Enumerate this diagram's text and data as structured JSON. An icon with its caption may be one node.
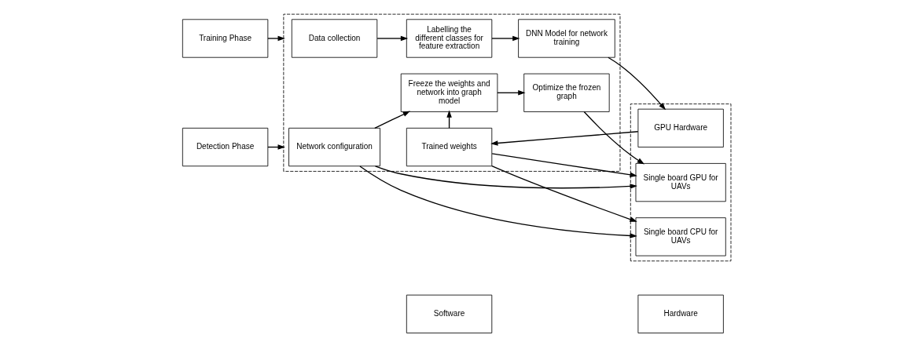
{
  "diagram": {
    "nodes": [
      {
        "text": [
          "Software"
        ]
      },
      {
        "text": [
          "Hardware"
        ]
      },
      {
        "text": [
          "Training Phase"
        ]
      },
      {
        "text": [],
        "shape": "box"
      },
      {
        "text": [
          "Data collection"
        ],
        "in": 3
      },
      {
        "text": [
          "Labelling the different classes for feature extraction"
        ],
        "in": 3
      },
      {
        "text": [
          "DNN Model for network training"
        ],
        "in": 3
      },
      {
        "text": [],
        "shape": "box"
      },
      {
        "text": [
          "GPU Hardware"
        ],
        "in": 7
      },
      {
        "text": [
          "Trained weights"
        ],
        "in": 3
      },
      {
        "text": [
          "Single board CPU for UAVs"
        ],
        "in": 7
      },
      {
        "text": [
          "Detection Phase"
        ]
      },
      {
        "text": [
          "Network configuration"
        ],
        "in": 3
      },
      {
        "text": [
          "Freeze the weights and network into graph model"
        ],
        "in": 3
      },
      {
        "text": [
          "Optimize the frozen graph"
        ],
        "in": 3
      },
      {
        "text": [
          "Single board GPU for UAVs"
        ],
        "in": 7
      }
    ],
    "edges": [
      {
        "from": 2,
        "to": 3,
        "arrow": "to"
      },
      {
        "from": 4,
        "to": 5,
        "arrow": "to"
      },
      {
        "from": 5,
        "to": 6,
        "arrow": "to"
      },
      {
        "from": 6,
        "to": 8,
        "arrow": "to"
      },
      {
        "from": 8,
        "to": 9,
        "arrow": "to"
      },
      {
        "from": 9,
        "to": 13,
        "arrow": "to"
      },
      {
        "from": 9,
        "to": 10,
        "arrow": "to"
      },
      {
        "from": 9,
        "to": 15,
        "arrow": "to"
      },
      {
        "from": 12,
        "to": 10,
        "arrow": "to"
      },
      {
        "from": 12,
        "to": 15,
        "arrow": "to"
      },
      {
        "from": 11,
        "to": 3,
        "arrow": "to"
      },
      {
        "from": 12,
        "to": 13,
        "arrow": "to"
      },
      {
        "from": 13,
        "to": 14,
        "arrow": "to"
      },
      {
        "from": 14,
        "to": 15,
        "arrow": "to"
      }
    ]
  }
}
